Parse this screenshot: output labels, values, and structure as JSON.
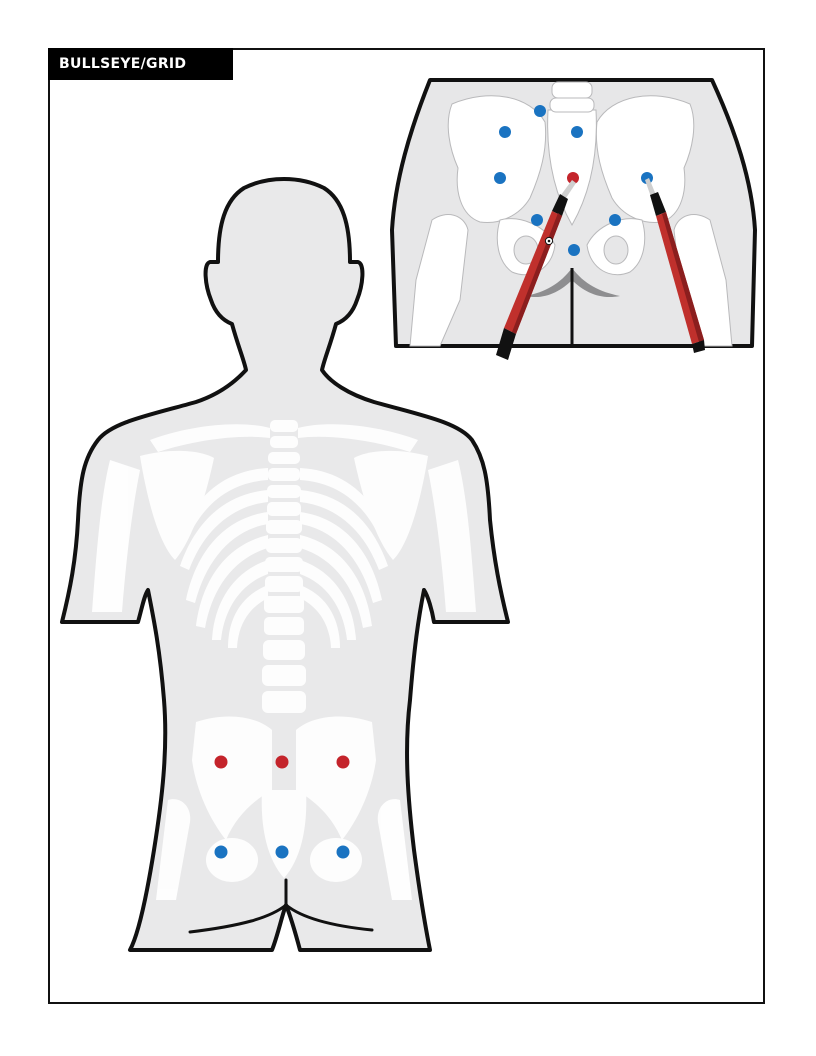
{
  "header": {
    "label": "BULLSEYE/GRID"
  },
  "colors": {
    "point_red": "#c4242b",
    "point_blue": "#1a73c1",
    "skeleton_gray": "#d9dadb",
    "silhouette_fill": "#e9e9ea",
    "outline": "#111111",
    "probe_body": "#b52a2a",
    "probe_tip": "#111111"
  },
  "figures": {
    "back_torso": {
      "icon": "torso-back-silhouette-icon",
      "points_red": 3,
      "points_blue": 3
    },
    "pelvis_inset": {
      "icon": "pelvis-skeleton-icon",
      "points_red": 1,
      "points_blue": 8,
      "probes": 2
    }
  }
}
